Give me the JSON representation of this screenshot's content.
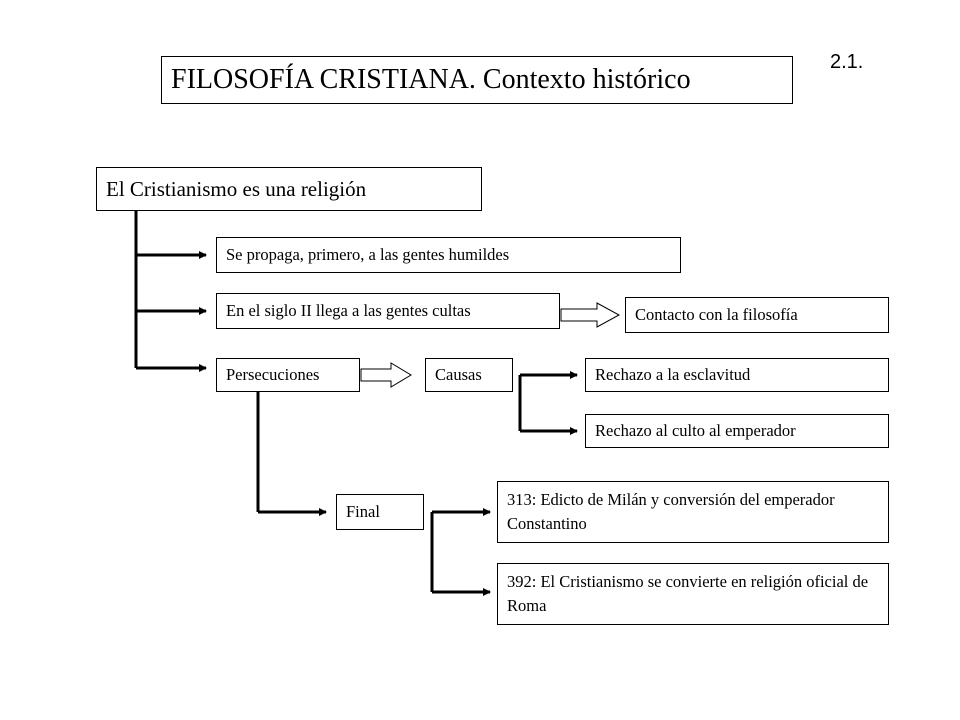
{
  "header": {
    "page_number": "2.1.",
    "title": "FILOSOFÍA CRISTIANA. Contexto histórico"
  },
  "diagram": {
    "root": "El Cristianismo es una religión",
    "branch_humble": "Se propaga, primero, a las gentes humildes",
    "branch_cultured": "En el siglo II llega a las gentes cultas",
    "contact_philosophy": "Contacto con la filosofía",
    "persecutions": "Persecuciones",
    "causes": "Causas",
    "cause_slavery": "Rechazo a la esclavitud",
    "cause_emperor_cult": "Rechazo al culto al emperador",
    "final": "Final",
    "event_313": "313: Edicto de Milán y conversión del emperador Constantino",
    "event_392": "392: El Cristianismo se convierte en religión oficial de Roma"
  }
}
